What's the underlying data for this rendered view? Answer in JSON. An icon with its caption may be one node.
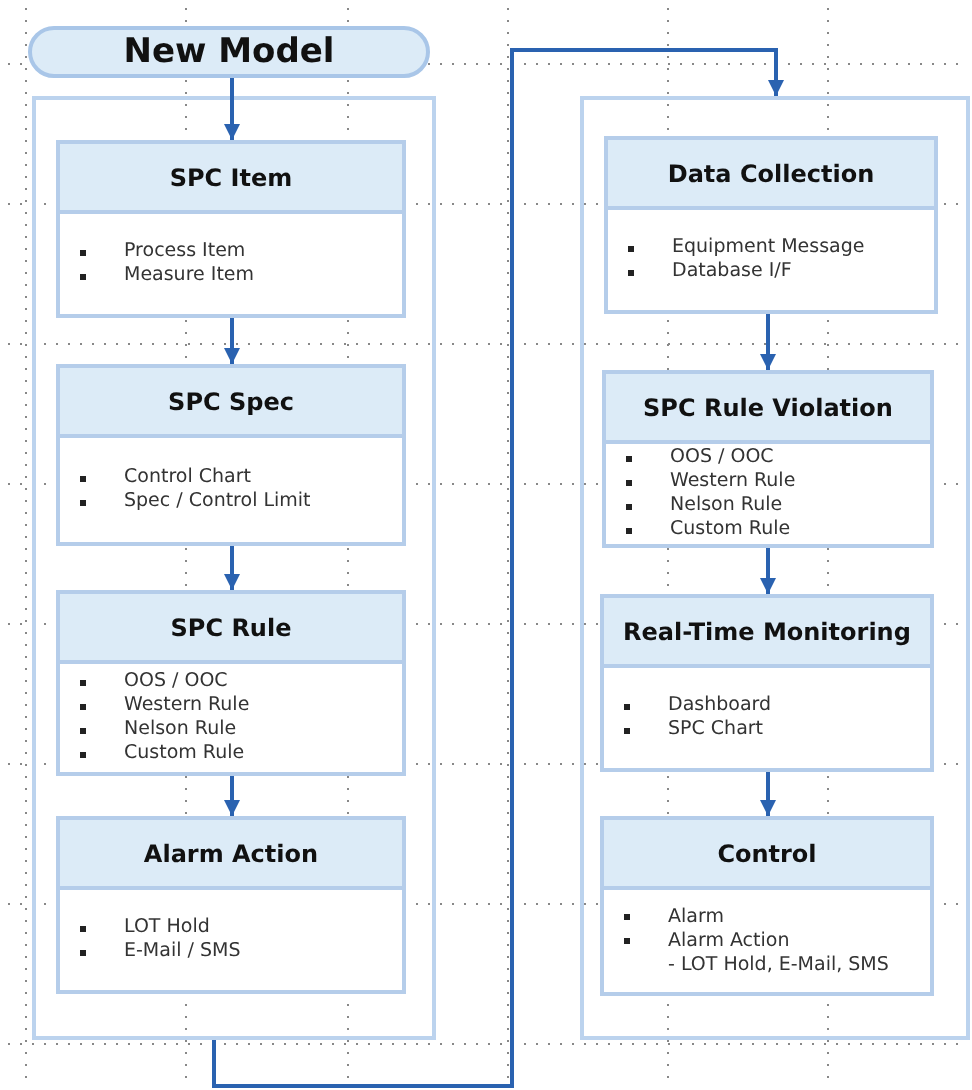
{
  "diagram": {
    "nodes": [
      {
        "text": [
          "New Model"
        ]
      },
      {
        "text": [],
        "shape": "box"
      },
      {
        "text": [
          "SPC Item",
          "Process Item",
          "Measure Item"
        ],
        "in": 1
      },
      {
        "text": [
          "SPC Spec",
          "Control Chart",
          "Spec / Control Limit"
        ],
        "in": 1
      },
      {
        "text": [
          "SPC Rule",
          "OOS / OOC",
          "Western Rule",
          "Nelson Rule",
          "Custom Rule"
        ],
        "in": 1
      },
      {
        "text": [
          "Alarm Action",
          "LOT Hold",
          "E-Mail / SMS"
        ],
        "in": 1
      },
      {
        "text": [],
        "shape": "box"
      },
      {
        "text": [
          "Data Collection",
          "Equipment Message",
          "Database I/F"
        ],
        "in": 6
      },
      {
        "text": [
          "SPC Rule Violation",
          "OOS / OOC",
          "Western Rule",
          "Nelson Rule",
          "Custom Rule"
        ],
        "in": 6
      },
      {
        "text": [
          "Real-Time Monitoring",
          "Dashboard",
          "SPC Chart"
        ],
        "in": 6
      },
      {
        "text": [
          "Control",
          "Alarm",
          "Alarm Action",
          "- LOT Hold, E-Mail, SMS"
        ],
        "in": 6
      }
    ],
    "edges": [
      {
        "from": 0,
        "to": 2,
        "arrow": "to"
      },
      {
        "from": 2,
        "to": 3,
        "arrow": "to"
      },
      {
        "from": 3,
        "to": 4,
        "arrow": "to"
      },
      {
        "from": 4,
        "to": 5,
        "arrow": "to"
      },
      {
        "from": 1,
        "to": 6,
        "arrow": "to"
      },
      {
        "from": 7,
        "to": 8,
        "arrow": "to"
      },
      {
        "from": 8,
        "to": 9,
        "arrow": "to"
      },
      {
        "from": 9,
        "to": 10,
        "arrow": "to"
      }
    ]
  }
}
